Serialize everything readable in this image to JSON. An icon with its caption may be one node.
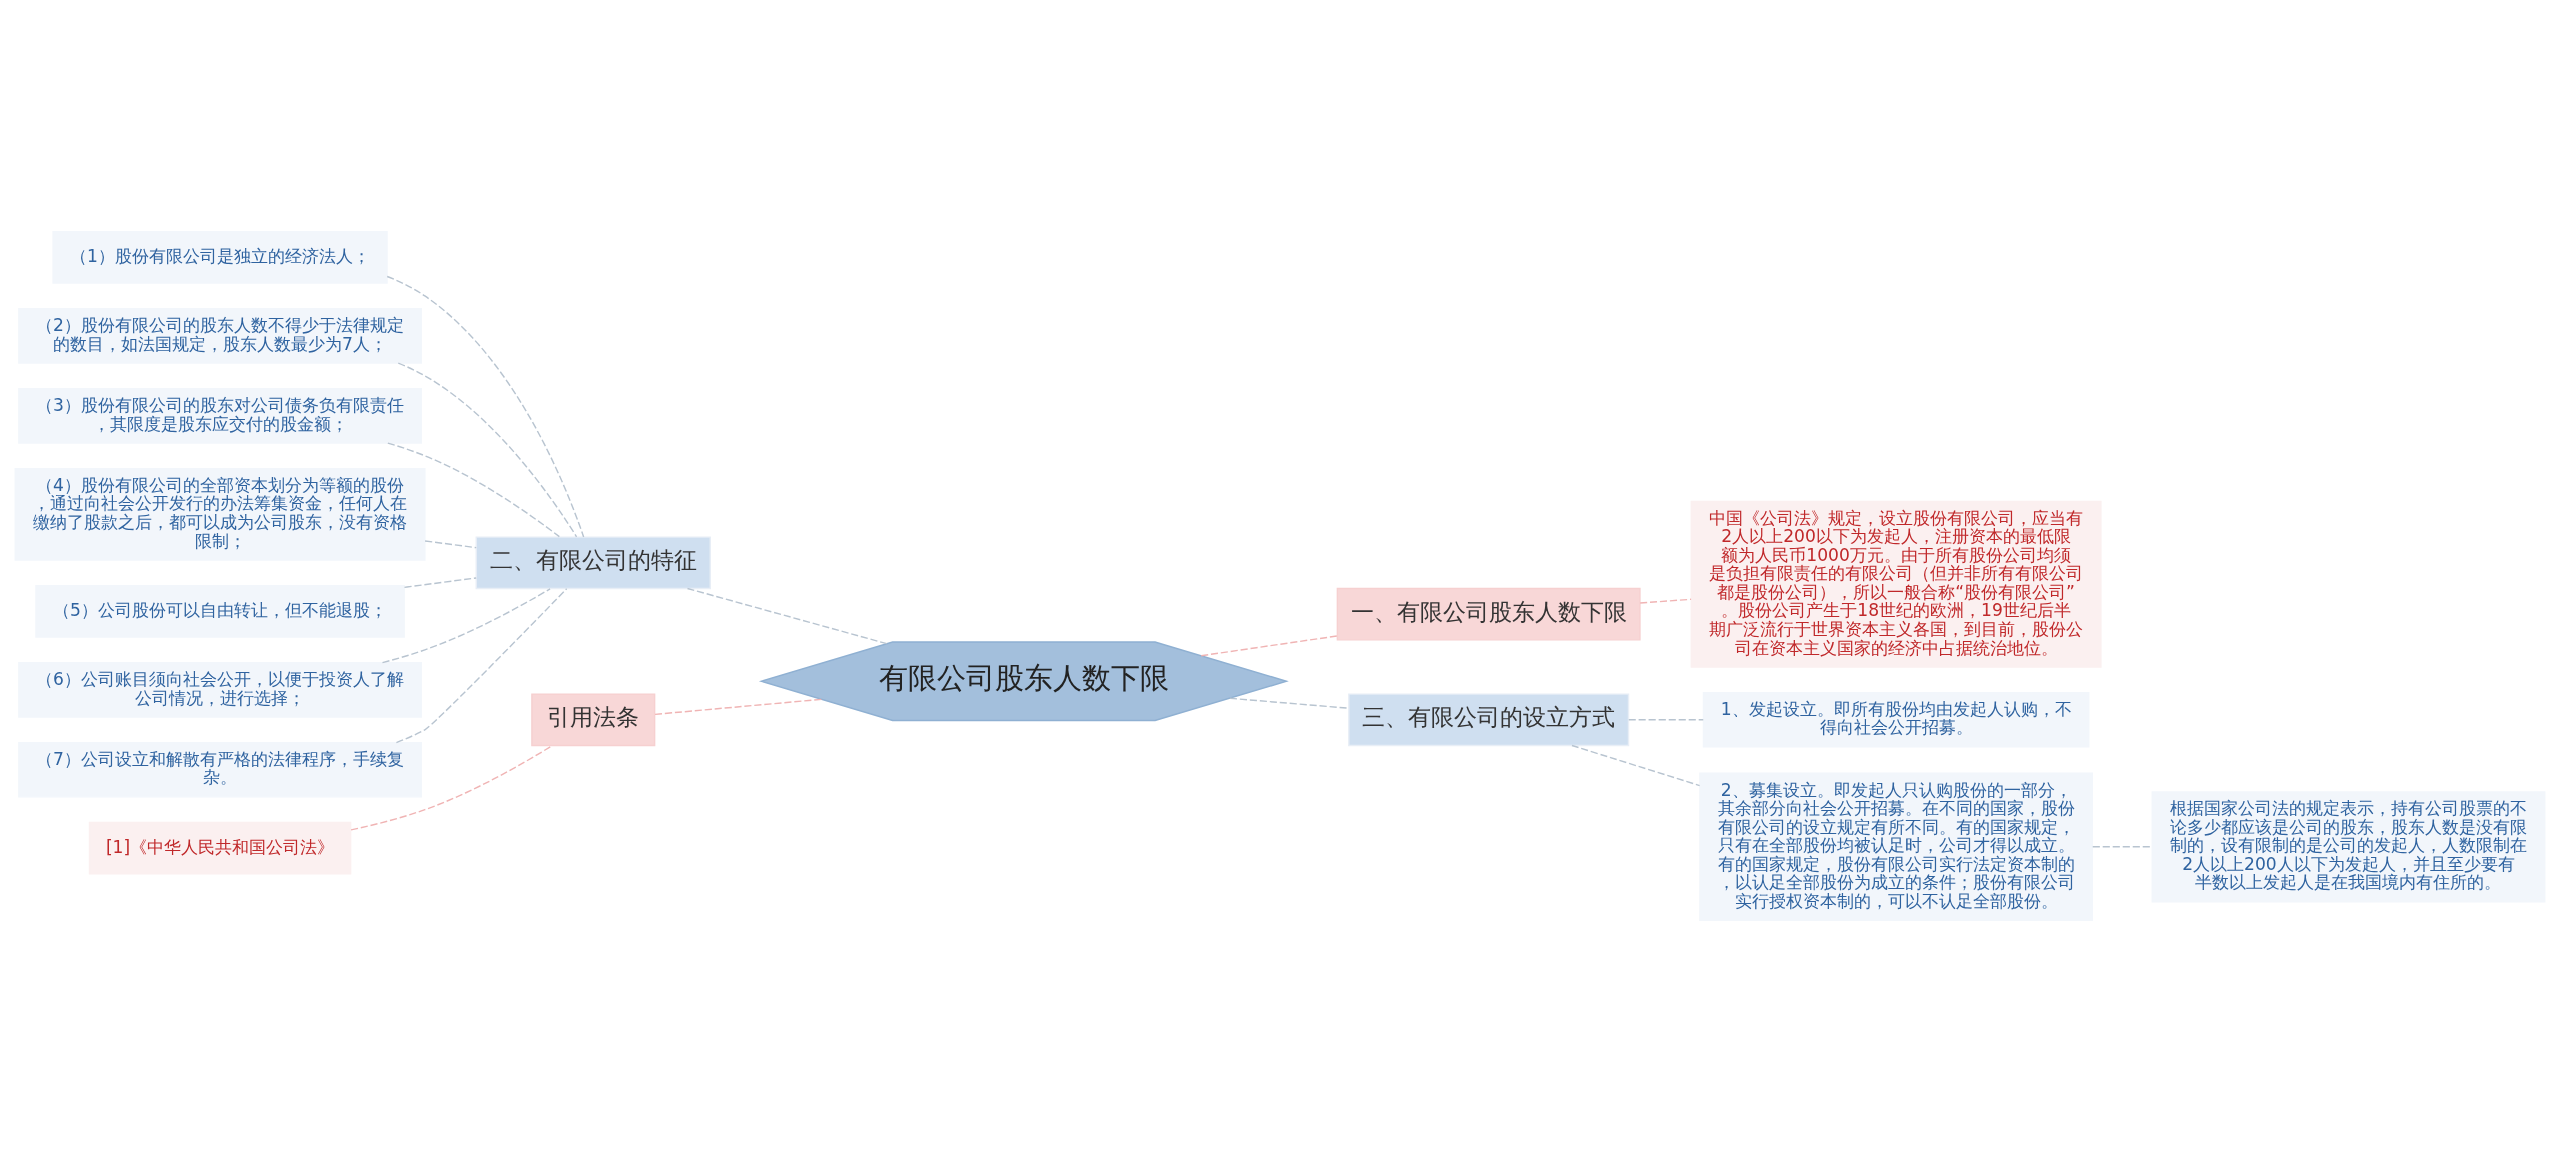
{
  "diagram": {
    "nodes": [
      {
        "text": [
          "有限公司股东人数下限"
        ]
      },
      {
        "text": [
          "一、有限公司股东人数下限"
        ]
      },
      {
        "text": [
          "中国《公司法》规定，设立股份有限公司，应当有2人以上200以下为发起人，注册资本的最低限额为人民币1000万元。由于所有股份公司均须是负担有限责任的有限公司（但并非所有有限公司都是股份公司），所以一般合称“股份有限公司”。股份公司产生于18世纪的欧洲，19世纪后半期广泛流行于世界资本主义各国，到目前，股份公司在资本主义国家的经济中占据统治地位。"
        ]
      },
      {
        "text": [
          "三、有限公司的设立方式"
        ]
      },
      {
        "text": [
          "1、发起设立。即所有股份均由发起人认购，不得向社会公开招募。"
        ]
      },
      {
        "text": [
          "2、募集设立。即发起人只认购股份的一部分，其余部分向社会公开招募。在不同的国家，股份有限公司的设立规定有所不同。有的国家规定，只有在全部股份均被认足时，公司才得以成立。有的国家规定，股份有限公司实行法定资本制的，以认足全部股份为成立的条件；股份有限公司实行授权资本制的，可以不认足全部股份。"
        ]
      },
      {
        "text": [
          "根据国家公司法的规定表示，持有公司股票的不论多少都应该是公司的股东，股东人数是没有限制的，设有限制的是公司的发起人，人数限制在2人以上200人以下为发起人，并且至少要有半数以上发起人是在我国境内有住所的。"
        ]
      },
      {
        "text": [
          "二、有限公司的特征"
        ]
      },
      {
        "text": [
          "（1）股份有限公司是独立的经济法人；"
        ]
      },
      {
        "text": [
          "（2）股份有限公司的股东人数不得少于法律规定的数目，如法国规定，股东人数最少为7人；"
        ]
      },
      {
        "text": [
          "（3）股份有限公司的股东对公司债务负有限责任，其限度是股东应交付的股金额；"
        ]
      },
      {
        "text": [
          "（4）股份有限公司的全部资本划分为等额的股份，通过向社会公开发行的办法筹集资金，任何人在缴纳了股款之后，都可以成为公司股东，没有资格限制；"
        ]
      },
      {
        "text": [
          "（5）公司股份可以自由转让，但不能退股；"
        ]
      },
      {
        "text": [
          "（6）公司账目须向社会公开，以便于投资人了解公司情况，进行选择；"
        ]
      },
      {
        "text": [
          "（7）公司设立和解散有严格的法律程序，手续复杂。"
        ]
      },
      {
        "text": [
          "引用法条"
        ]
      },
      {
        "text": [
          "[1]《中华人民共和国公司法》"
        ]
      }
    ],
    "edges": [
      {
        "from": 0,
        "to": 1,
        "arrow": "none",
        "style": "dashed",
        "color": "#f0b4b4"
      },
      {
        "from": 1,
        "to": 2,
        "arrow": "none",
        "style": "dashed",
        "color": "#f0b4b4"
      },
      {
        "from": 0,
        "to": 3,
        "arrow": "none",
        "style": "dashed"
      },
      {
        "from": 3,
        "to": 4,
        "arrow": "none",
        "style": "dashed"
      },
      {
        "from": 3,
        "to": 5,
        "arrow": "none",
        "style": "dashed"
      },
      {
        "from": 5,
        "to": 6,
        "arrow": "none",
        "style": "dashed"
      },
      {
        "from": 0,
        "to": 7,
        "arrow": "none",
        "style": "dashed"
      },
      {
        "from": 7,
        "to": 8,
        "arrow": "none",
        "style": "dashed"
      },
      {
        "from": 7,
        "to": 9,
        "arrow": "none",
        "style": "dashed"
      },
      {
        "from": 7,
        "to": 10,
        "arrow": "none",
        "style": "dashed"
      },
      {
        "from": 7,
        "to": 11,
        "arrow": "none",
        "style": "dashed"
      },
      {
        "from": 7,
        "to": 12,
        "arrow": "none",
        "style": "dashed"
      },
      {
        "from": 7,
        "to": 13,
        "arrow": "none",
        "style": "dashed"
      },
      {
        "from": 7,
        "to": 14,
        "arrow": "none",
        "style": "dashed"
      },
      {
        "from": 0,
        "to": 15,
        "arrow": "none",
        "style": "dashed",
        "color": "#f0b4b4"
      },
      {
        "from": 15,
        "to": 16,
        "arrow": "none",
        "style": "dashed",
        "color": "#f0b4b4"
      }
    ]
  }
}
